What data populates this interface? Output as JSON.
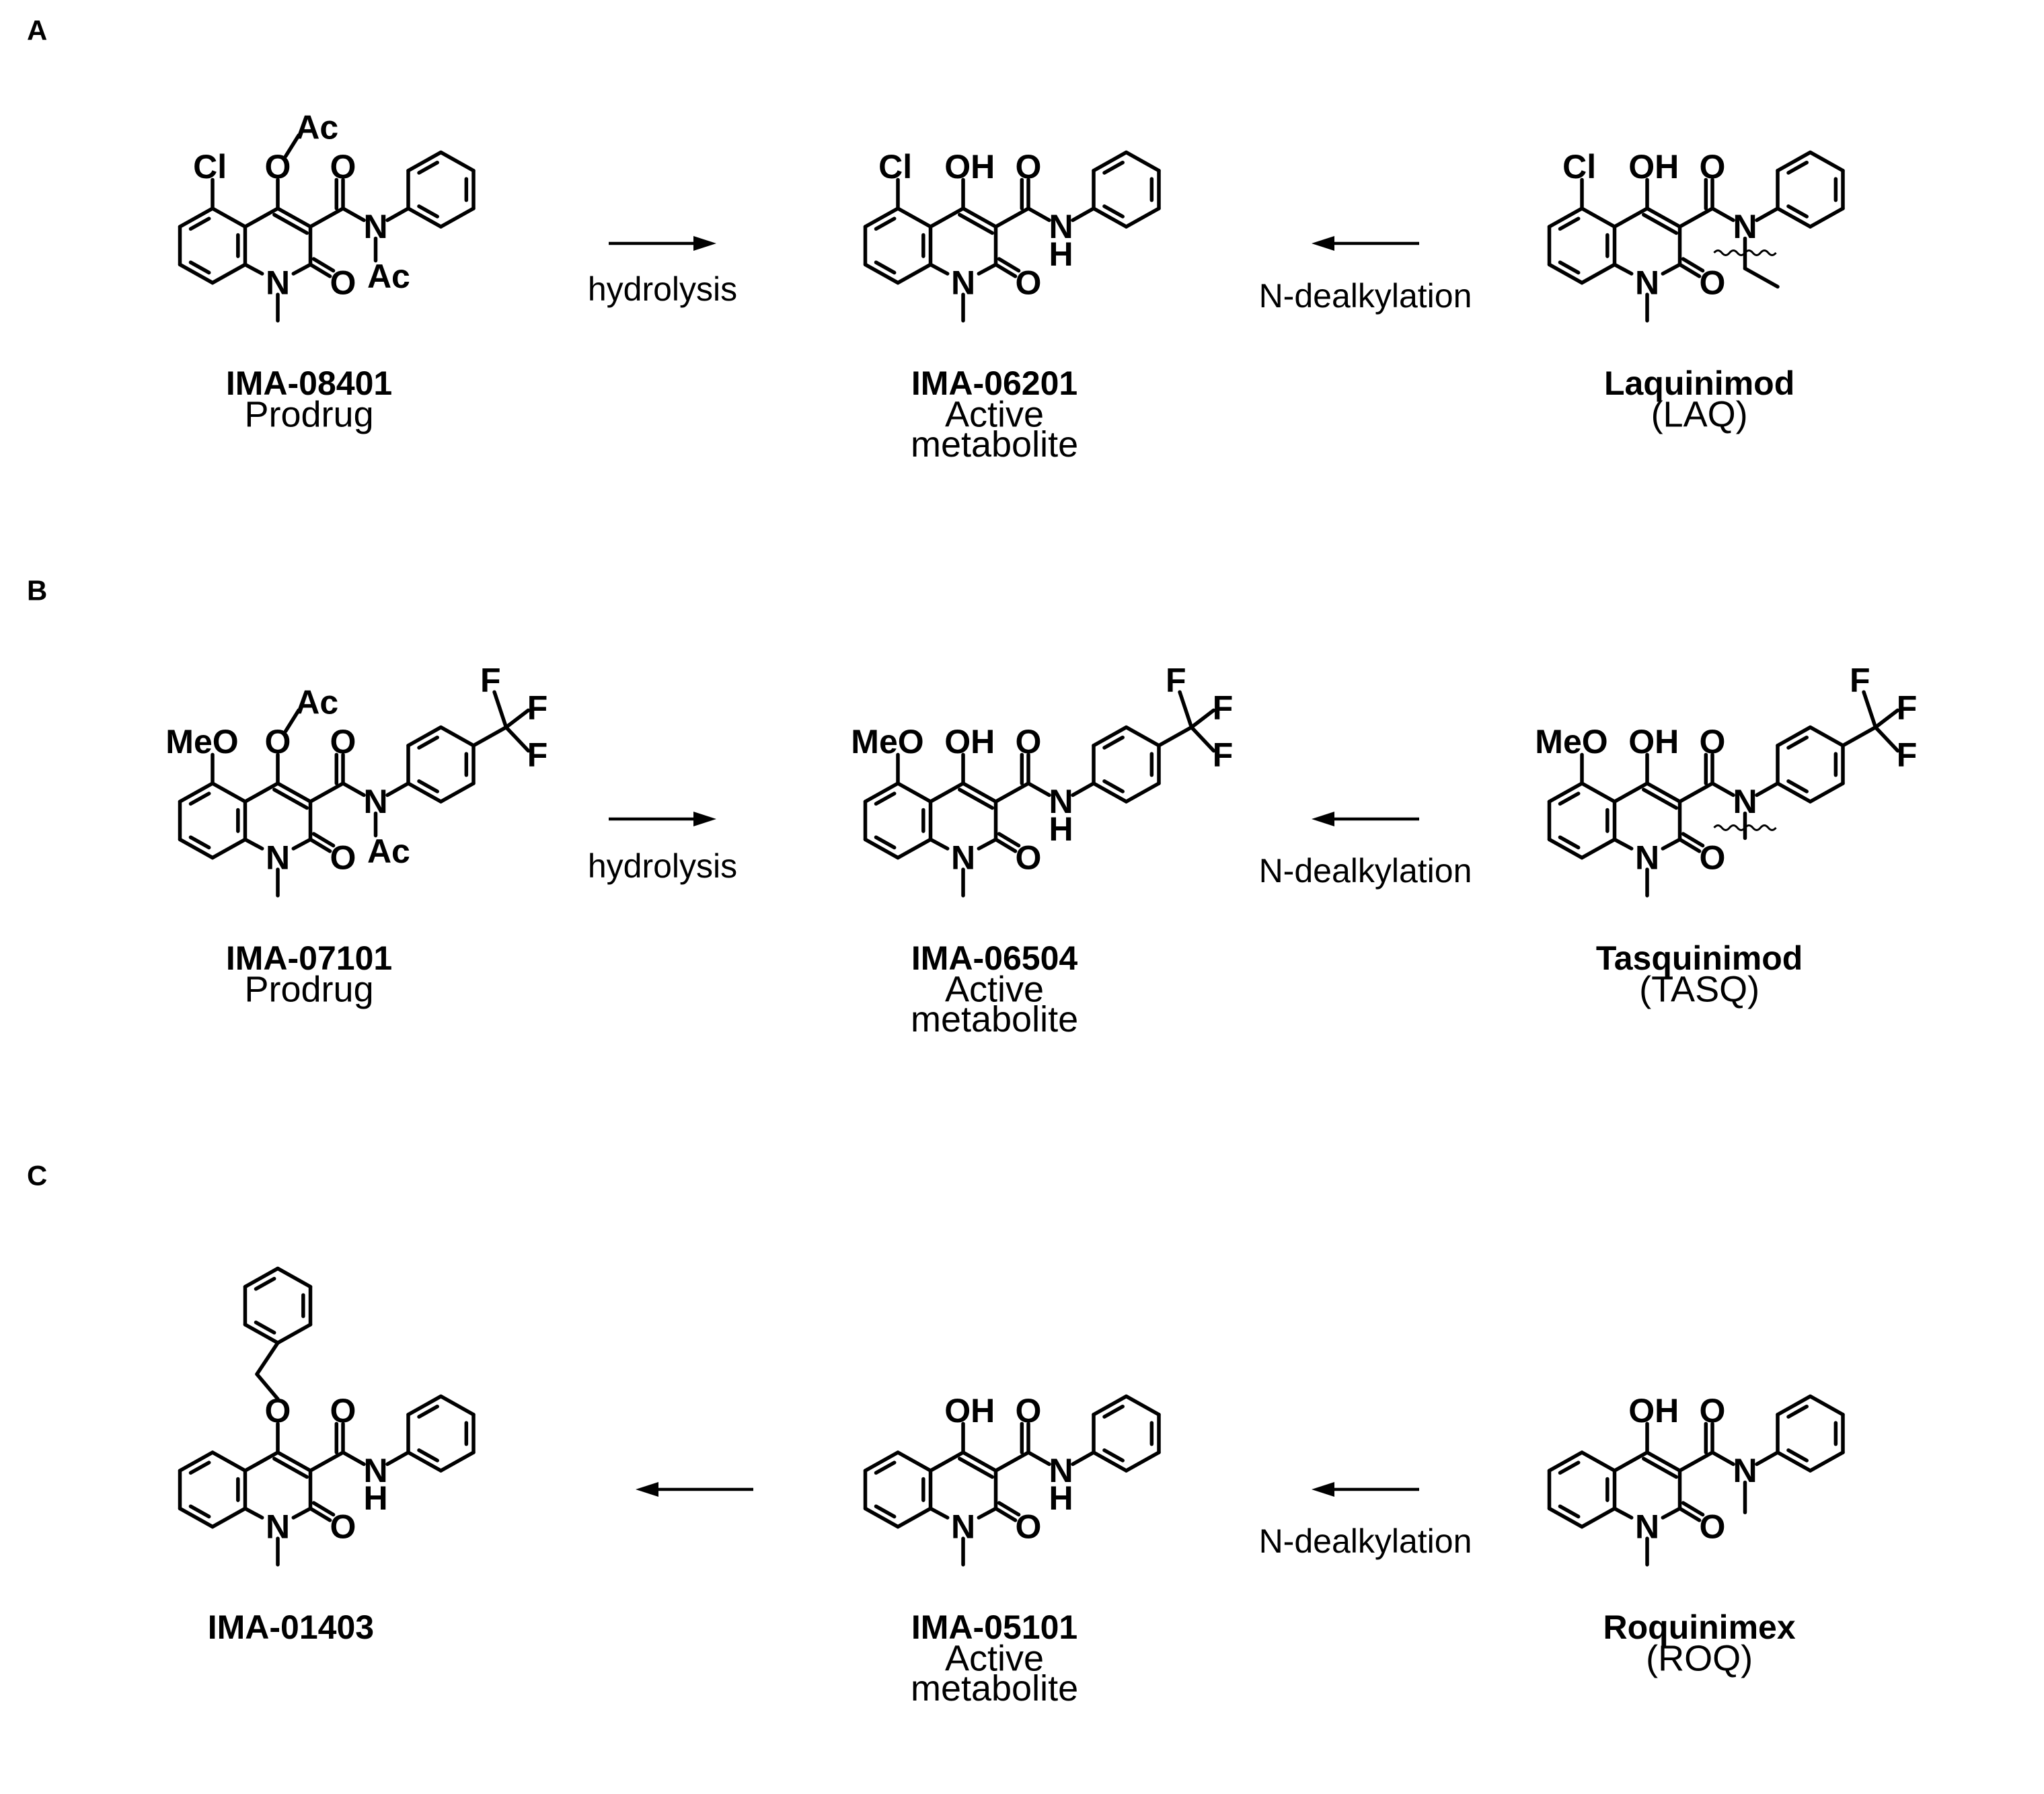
{
  "panels": [
    {
      "label": "A",
      "compounds": [
        {
          "name": "IMA-08401",
          "sub1": "Prodrug",
          "sub2": "",
          "atoms": {
            "sub5": "Cl",
            "o4": "O",
            "ac_o": "Ac",
            "n_ac": "Ac",
            "carbonyl_o": "O",
            "amide_n": "N",
            "ring_n": "N",
            "ring_o": "O"
          }
        },
        {
          "name": "IMA-06201",
          "sub1": "Active",
          "sub2": "metabolite",
          "atoms": {
            "sub5": "Cl",
            "oh": "OH",
            "carbonyl_o": "O",
            "amide_n": "N",
            "amide_h": "H",
            "ring_n": "N",
            "ring_o": "O"
          }
        },
        {
          "name": "Laquinimod",
          "sub1": "(LAQ)",
          "sub2": "",
          "atoms": {
            "sub5": "Cl",
            "oh": "OH",
            "carbonyl_o": "O",
            "amide_n": "N",
            "ring_n": "N",
            "ring_o": "O"
          }
        }
      ],
      "arrows": [
        {
          "label": "hydrolysis"
        },
        {
          "label": "N-dealkylation"
        }
      ]
    },
    {
      "label": "B",
      "compounds": [
        {
          "name": "IMA-07101",
          "sub1": "Prodrug",
          "sub2": "",
          "atoms": {
            "sub5": "MeO",
            "o4": "O",
            "ac_o": "Ac",
            "n_ac": "Ac",
            "carbonyl_o": "O",
            "amide_n": "N",
            "ring_n": "N",
            "ring_o": "O",
            "f1": "F",
            "f2": "F",
            "f3": "F"
          }
        },
        {
          "name": "IMA-06504",
          "sub1": "Active",
          "sub2": "metabolite",
          "atoms": {
            "sub5": "MeO",
            "oh": "OH",
            "carbonyl_o": "O",
            "amide_n": "N",
            "amide_h": "H",
            "ring_n": "N",
            "ring_o": "O",
            "f1": "F",
            "f2": "F",
            "f3": "F"
          }
        },
        {
          "name": "Tasquinimod",
          "sub1": "(TASQ)",
          "sub2": "",
          "atoms": {
            "sub5": "MeO",
            "oh": "OH",
            "carbonyl_o": "O",
            "amide_n": "N",
            "ring_n": "N",
            "ring_o": "O",
            "f1": "F",
            "f2": "F",
            "f3": "F"
          }
        }
      ],
      "arrows": [
        {
          "label": "hydrolysis"
        },
        {
          "label": "N-dealkylation"
        }
      ]
    },
    {
      "label": "C",
      "compounds": [
        {
          "name": "IMA-01403",
          "sub1": "",
          "sub2": "",
          "atoms": {
            "o4": "O",
            "carbonyl_o": "O",
            "amide_n": "N",
            "amide_h": "H",
            "ring_n": "N",
            "ring_o": "O"
          }
        },
        {
          "name": "IMA-05101",
          "sub1": "Active",
          "sub2": "metabolite",
          "atoms": {
            "oh": "OH",
            "carbonyl_o": "O",
            "amide_n": "N",
            "amide_h": "H",
            "ring_n": "N",
            "ring_o": "O"
          }
        },
        {
          "name": "Roquinimex",
          "sub1": "(ROQ)",
          "sub2": "",
          "atoms": {
            "oh": "OH",
            "carbonyl_o": "O",
            "amide_n": "N",
            "ring_n": "N",
            "ring_o": "O"
          }
        }
      ],
      "arrows": [
        {
          "label": ""
        },
        {
          "label": "N-dealkylation"
        }
      ]
    }
  ]
}
